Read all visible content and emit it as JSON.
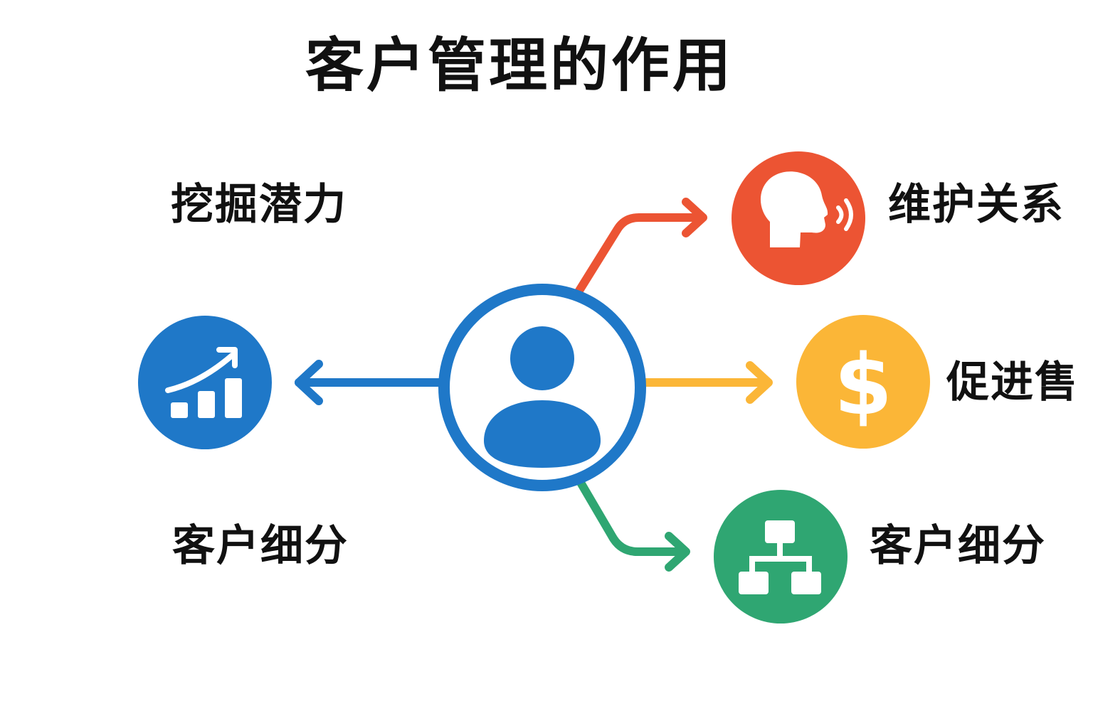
{
  "title": "客户管理的作用",
  "labels": {
    "potential": "挖掘潜力",
    "left_segment": "客户细分",
    "relationship": "维护关系",
    "sales": "促进售",
    "right_segment": "客户细分"
  },
  "colors": {
    "blue": "#1f78c8",
    "red": "#ec5433",
    "yellow": "#fbb637",
    "green": "#2fa672",
    "text": "#111111"
  },
  "icons": {
    "center": "user-icon",
    "left": "growth-chart-icon",
    "relationship": "speaking-head-icon",
    "sales": "dollar-icon",
    "segment": "hierarchy-icon"
  }
}
